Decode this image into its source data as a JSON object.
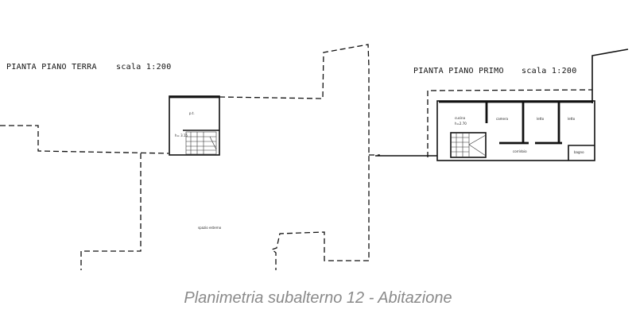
{
  "ground_floor": {
    "title": "PIANTA PIANO TERRA",
    "scale": "scala 1:200",
    "room_label": "p.t.",
    "height_label": "h= 3.15",
    "courtyard_label": "spazio esterno"
  },
  "first_floor": {
    "title": "PIANTA PIANO PRIMO",
    "scale": "scala 1:200",
    "rooms": [
      "cucina",
      "h=2.70",
      "camera",
      "letto",
      "letto",
      "corridoio",
      "bagno"
    ]
  },
  "caption": "Planimetria subalterno 12 - Abitazione"
}
